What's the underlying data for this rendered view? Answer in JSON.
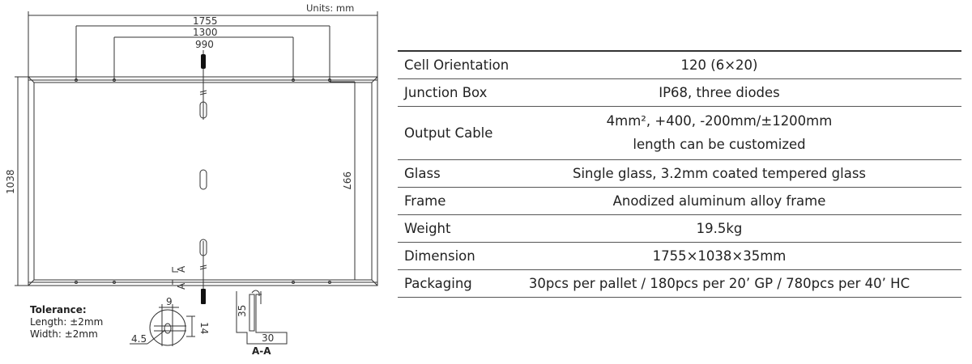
{
  "drawing": {
    "units_label": "Units: mm",
    "dimensions": {
      "overall_length": "1755",
      "mounting_hole_spacing_outer": "1300",
      "mounting_hole_spacing_inner": "990",
      "overall_width": "1038",
      "mounting_hole_spacing_width": "997"
    },
    "tolerance": {
      "title": "Tolerance:",
      "length": "Length:  ±2mm",
      "width": "Width:  ±2mm"
    },
    "hole_detail": {
      "hole_width": "9",
      "hole_height": "14",
      "hole_radius": "4.5"
    },
    "section": {
      "label": "A-A",
      "cut_marker": "A",
      "frame_height": "35",
      "frame_width": "30"
    }
  },
  "specs": {
    "rows": [
      {
        "key": "Cell Orientation",
        "value": "120 (6×20)"
      },
      {
        "key": "Junction Box",
        "value": "IP68, three diodes"
      },
      {
        "key": "Output Cable",
        "value_line1": "4mm², +400, -200mm/±1200mm",
        "value_line2": "length can be customized"
      },
      {
        "key": "Glass",
        "value": "Single glass, 3.2mm coated tempered glass"
      },
      {
        "key": "Frame",
        "value": "Anodized aluminum alloy frame"
      },
      {
        "key": "Weight",
        "value": "19.5kg"
      },
      {
        "key": "Dimension",
        "value": "1755×1038×35mm"
      },
      {
        "key": "Packaging",
        "value": "30pcs per pallet / 180pcs per 20’ GP / 780pcs per 40’ HC"
      }
    ]
  }
}
